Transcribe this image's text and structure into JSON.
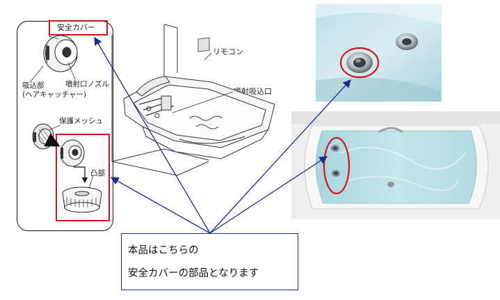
{
  "labels": {
    "safety_cover": "安全カバー",
    "remote": "リモコン",
    "jet_inlet": "噴射吸込口",
    "suction_part": "吸込部",
    "hair_catcher": "(ヘアキャッチャー)",
    "jet_nozzle": "噴射口ノズル",
    "protective_mesh": "保護メッシュ",
    "protrusion": "凸部"
  },
  "note": {
    "line1": "本品はこちらの",
    "line2": "安全カバーの部品となります"
  },
  "colors": {
    "highlight": "#d4141b",
    "pointer": "#1f2c8c",
    "water": "#cfe6ea"
  }
}
